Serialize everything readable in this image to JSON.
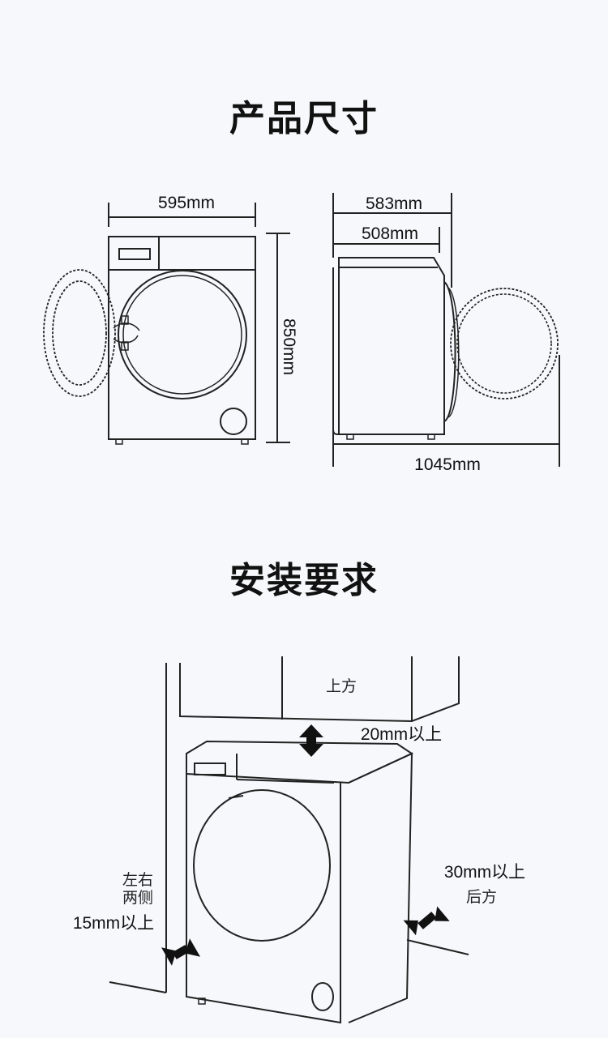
{
  "sections": {
    "dimensions_title": "产品尺寸",
    "installation_title": "安装要求"
  },
  "dimensions": {
    "width": "595mm",
    "depth_total": "583mm",
    "depth_body": "508mm",
    "height": "850mm",
    "depth_door_open": "1045mm"
  },
  "installation": {
    "above_label": "上方",
    "above_clearance": "20mm以上",
    "sides_label_line1": "左右",
    "sides_label_line2": "两侧",
    "sides_clearance": "15mm以上",
    "back_clearance": "30mm以上",
    "back_label": "后方"
  }
}
